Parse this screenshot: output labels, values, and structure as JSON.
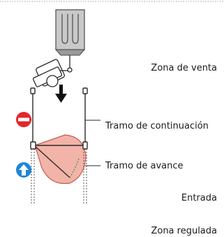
{
  "labels": {
    "zona_venta": "Zona de venta",
    "tramo_continuacion": "Tramo de continuación",
    "tramo_avance": "Tramo de avance",
    "entrada": "Entrada",
    "zona_regulada": "Zona regulada"
  },
  "icons": {
    "no_entry": "no-entry-sign",
    "direction": "up-arrow-sign",
    "flow": "down-arrow"
  },
  "colors": {
    "no_entry_red": "#e3262a",
    "direction_blue": "#1f86d8",
    "swing_area_fill": "#f2b3a8",
    "swing_area_stroke": "#c85a4e",
    "path_green": "#2e9e3a",
    "counter_gray": "#c9c9c9",
    "line": "#2a2a2a"
  }
}
